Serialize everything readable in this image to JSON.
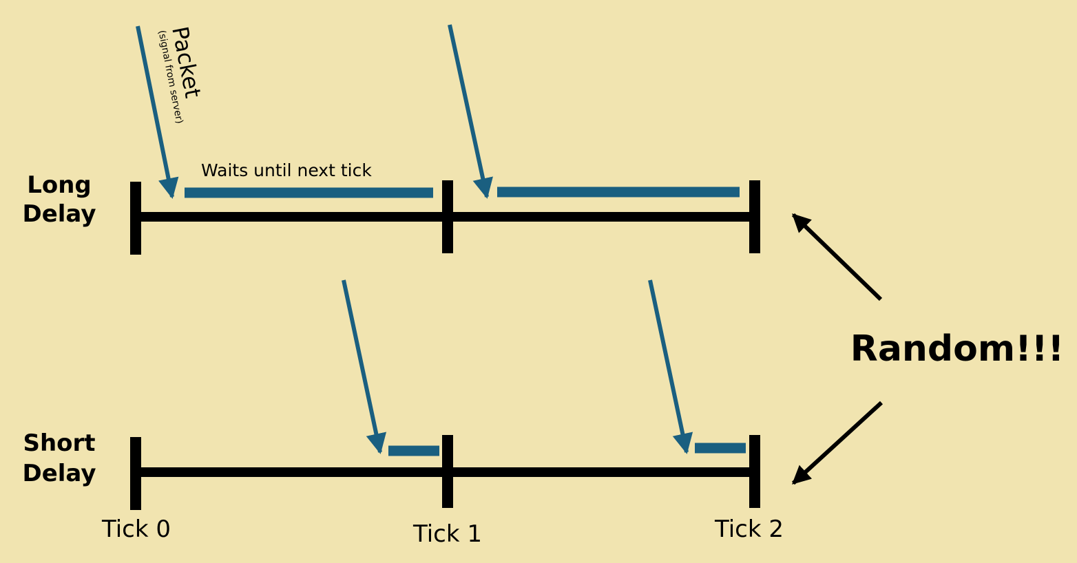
{
  "colors": {
    "background": "#F1E4B0",
    "timeline": "#000000",
    "packet": "#1A5F80"
  },
  "labels": {
    "long_delay": [
      "Long",
      "Delay"
    ],
    "short_delay": [
      "Short",
      "Delay"
    ],
    "packet": "Packet",
    "packet_sub": "(signal from server)",
    "waits": "Waits until next tick",
    "random": "Random!!!",
    "ticks": [
      "Tick 0",
      "Tick 1",
      "Tick 2"
    ]
  }
}
